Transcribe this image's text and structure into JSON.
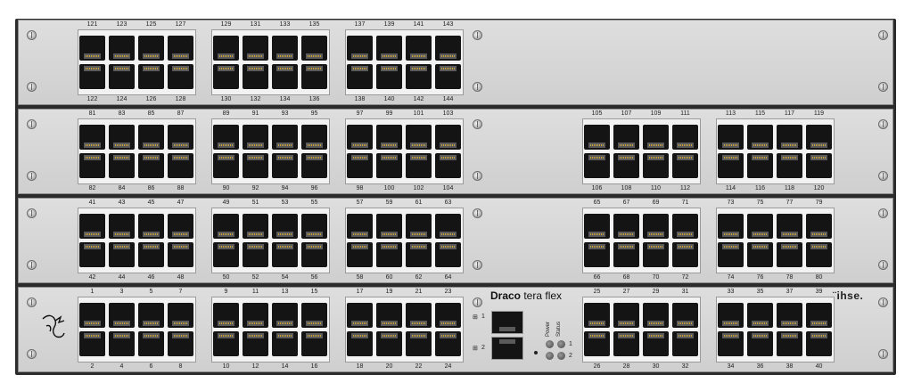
{
  "device": {
    "brand_bold": "Draco",
    "brand_rest": " tera flex",
    "maker": "¨ihse."
  },
  "units": [
    {
      "groups": [
        {
          "top": [
            "121",
            "123",
            "125",
            "127"
          ],
          "bottom": [
            "122",
            "124",
            "126",
            "128"
          ]
        },
        {
          "top": [
            "129",
            "131",
            "133",
            "135"
          ],
          "bottom": [
            "130",
            "132",
            "134",
            "136"
          ]
        },
        {
          "top": [
            "137",
            "139",
            "141",
            "143"
          ],
          "bottom": [
            "138",
            "140",
            "142",
            "144"
          ]
        }
      ]
    },
    {
      "groups": [
        {
          "top": [
            "81",
            "83",
            "85",
            "87"
          ],
          "bottom": [
            "82",
            "84",
            "86",
            "88"
          ]
        },
        {
          "top": [
            "89",
            "91",
            "93",
            "95"
          ],
          "bottom": [
            "90",
            "92",
            "94",
            "96"
          ]
        },
        {
          "top": [
            "97",
            "99",
            "101",
            "103"
          ],
          "bottom": [
            "98",
            "100",
            "102",
            "104"
          ]
        },
        {
          "top": [
            "105",
            "107",
            "109",
            "111"
          ],
          "bottom": [
            "106",
            "108",
            "110",
            "112"
          ]
        },
        {
          "top": [
            "113",
            "115",
            "117",
            "119"
          ],
          "bottom": [
            "114",
            "116",
            "118",
            "120"
          ]
        }
      ]
    },
    {
      "groups": [
        {
          "top": [
            "41",
            "43",
            "45",
            "47"
          ],
          "bottom": [
            "42",
            "44",
            "46",
            "48"
          ]
        },
        {
          "top": [
            "49",
            "51",
            "53",
            "55"
          ],
          "bottom": [
            "50",
            "52",
            "54",
            "56"
          ]
        },
        {
          "top": [
            "57",
            "59",
            "61",
            "63"
          ],
          "bottom": [
            "58",
            "60",
            "62",
            "64"
          ]
        },
        {
          "top": [
            "65",
            "67",
            "69",
            "71"
          ],
          "bottom": [
            "66",
            "68",
            "70",
            "72"
          ]
        },
        {
          "top": [
            "73",
            "75",
            "77",
            "79"
          ],
          "bottom": [
            "74",
            "76",
            "78",
            "80"
          ]
        }
      ]
    },
    {
      "groups": [
        {
          "top": [
            "1",
            "3",
            "5",
            "7"
          ],
          "bottom": [
            "2",
            "4",
            "6",
            "8"
          ]
        },
        {
          "top": [
            "9",
            "11",
            "13",
            "15"
          ],
          "bottom": [
            "10",
            "12",
            "14",
            "16"
          ]
        },
        {
          "top": [
            "17",
            "19",
            "21",
            "23"
          ],
          "bottom": [
            "18",
            "20",
            "22",
            "24"
          ]
        },
        {
          "top": [
            "25",
            "27",
            "29",
            "31"
          ],
          "bottom": [
            "26",
            "28",
            "30",
            "32"
          ]
        },
        {
          "top": [
            "33",
            "35",
            "37",
            "39"
          ],
          "bottom": [
            "34",
            "36",
            "38",
            "40"
          ]
        }
      ]
    }
  ],
  "management": {
    "port_labels": [
      "1",
      "2"
    ],
    "led_labels": [
      "Power",
      "Status"
    ],
    "led_numbers": [
      "1",
      "2"
    ]
  }
}
